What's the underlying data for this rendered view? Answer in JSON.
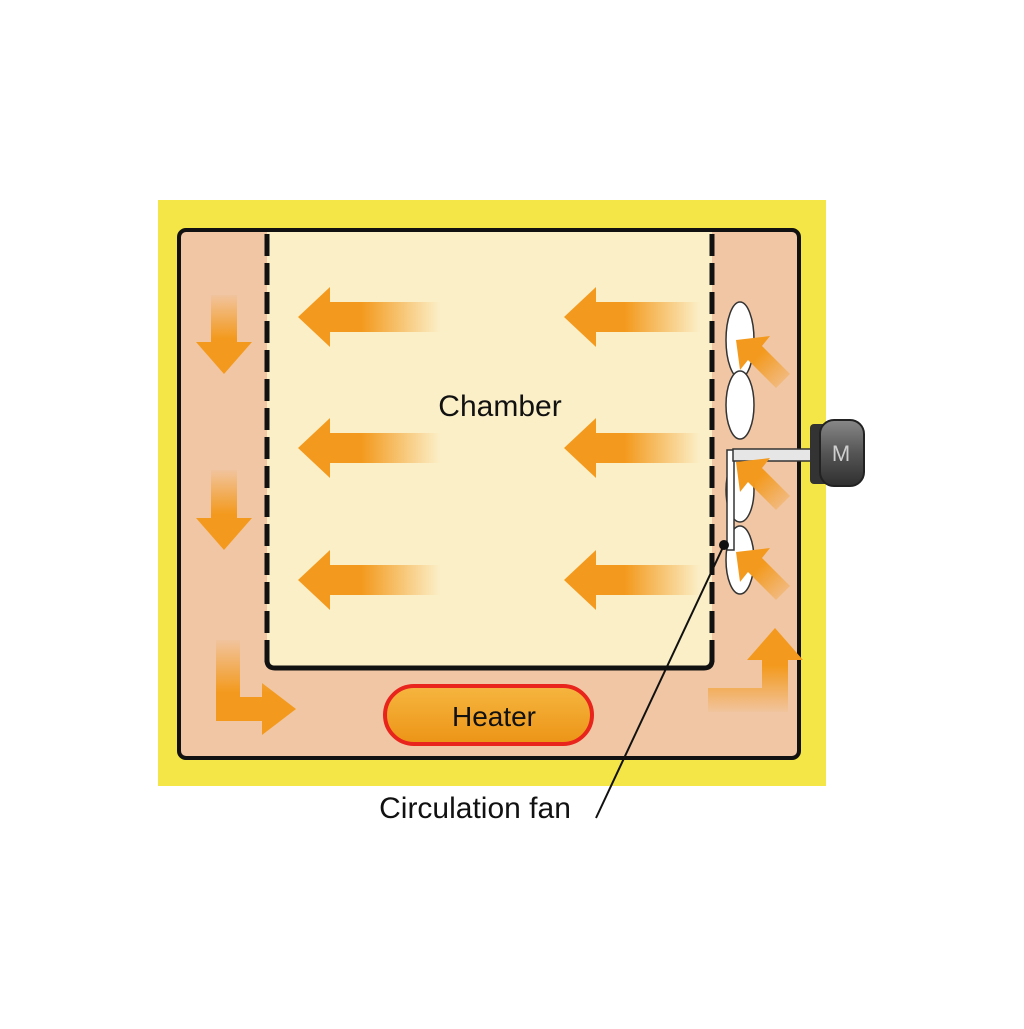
{
  "labels": {
    "chamber": "Chamber",
    "heater": "Heater",
    "circulation_fan": "Circulation fan",
    "motor": "M"
  },
  "colors": {
    "insulation": "#f3e646",
    "duct": "#f1c6a4",
    "chamber_fill": "#fbefc8",
    "arrow": "#f39a1e",
    "heater_fill": "#f0a228",
    "heater_border": "#e8241c",
    "outline": "#111111",
    "motor": "#4a4a4a"
  },
  "icons": {
    "motor": "motor-icon",
    "fan": "fan-icon"
  }
}
